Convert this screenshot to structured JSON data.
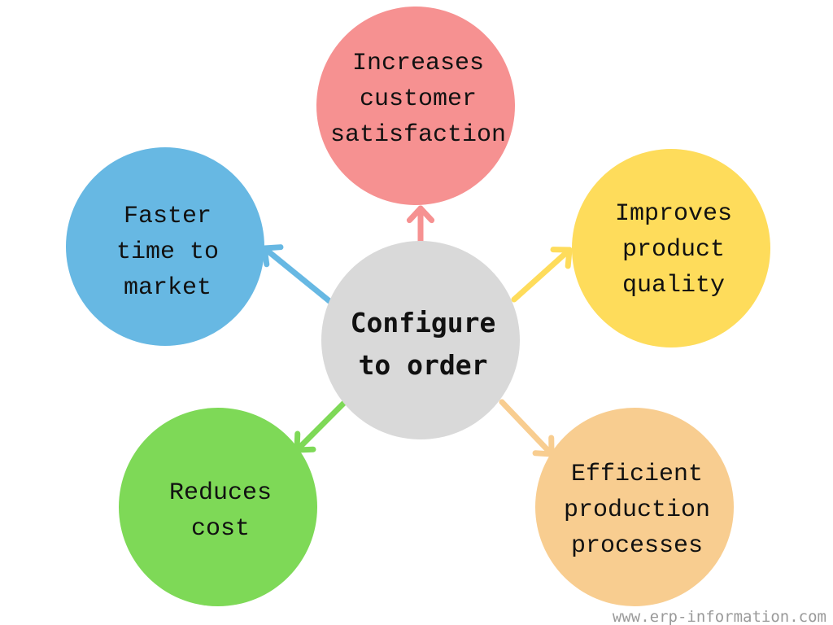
{
  "center": {
    "lines": [
      "Configure",
      "to order"
    ],
    "color": "#d9d9d9"
  },
  "nodes": [
    {
      "id": "customer-satisfaction",
      "lines": [
        "Increases",
        "customer",
        "satisfaction"
      ],
      "color": "#f69191"
    },
    {
      "id": "product-quality",
      "lines": [
        "Improves",
        "product",
        "quality"
      ],
      "color": "#fedc5b"
    },
    {
      "id": "efficient-production",
      "lines": [
        "Efficient",
        "production",
        "processes"
      ],
      "color": "#f8cd90"
    },
    {
      "id": "reduces-cost",
      "lines": [
        "Reduces",
        "cost"
      ],
      "color": "#7ed957"
    },
    {
      "id": "faster-time-to-market",
      "lines": [
        "Faster",
        "time to",
        "market"
      ],
      "color": "#67b8e3"
    }
  ],
  "watermark": "www.erp-information.com"
}
